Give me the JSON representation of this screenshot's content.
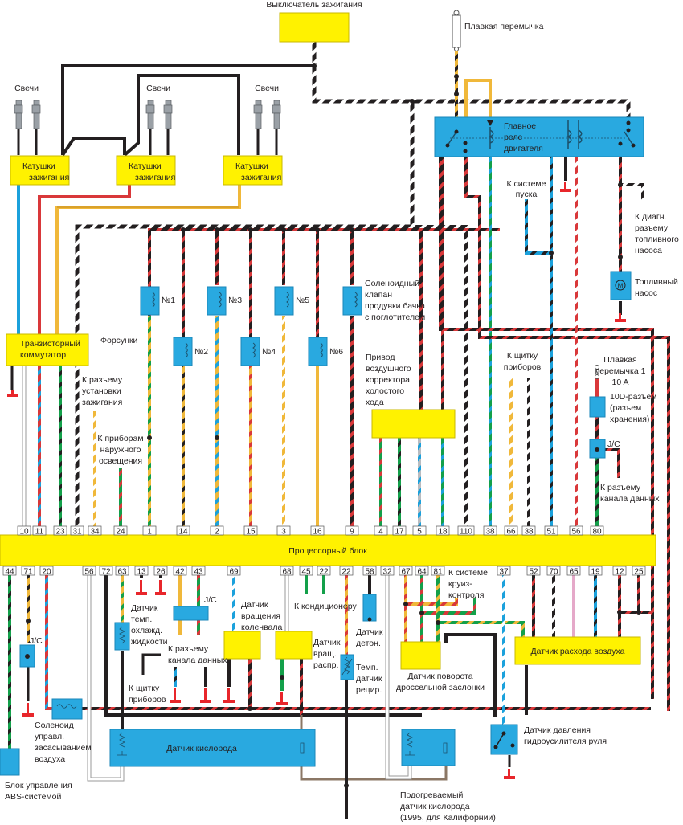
{
  "colors": {
    "yellow_box": "#fff200",
    "blue_box": "#29a9e0",
    "black": "#231f20",
    "red": "#d9383a",
    "blue": "#1ba1dc",
    "green": "#13a04a",
    "orange_yellow": "#f0b83a",
    "white": "#ffffff",
    "brown": "#8b7765",
    "pink": "#e5a9c9",
    "gray": "#b9bcc0"
  },
  "ignition_switch": {
    "label": "Выключатель зажигания"
  },
  "fusible_link": {
    "label": "Плавкая перемычка"
  },
  "spark_plugs": [
    {
      "label": "Свечи"
    },
    {
      "label": "Свечи"
    },
    {
      "label": "Свечи"
    }
  ],
  "ignition_coils": [
    {
      "label_1": "Катушки",
      "label_2": "зажигания"
    },
    {
      "label_1": "Катушки",
      "label_2": "зажигания"
    },
    {
      "label_1": "Катушки",
      "label_2": "зажигания"
    }
  ],
  "main_relay": {
    "label_1": "Главное",
    "label_2": "реле",
    "label_3": "двигателя"
  },
  "starter_note": {
    "line1": "К системе",
    "line2": "пуска"
  },
  "diag_fuel_note": {
    "line1": "К диагн.",
    "line2": "разъему",
    "line3": "топливного",
    "line4": "насоса"
  },
  "fuel_pump": {
    "line1": "Топливный",
    "line2": "насос",
    "icon_letter": "M"
  },
  "transistor_switch": {
    "line1": "Транзисторный",
    "line2": "коммутатор"
  },
  "injectors": {
    "title": "Форсунки",
    "items": [
      {
        "label": "№1"
      },
      {
        "label": "№2"
      },
      {
        "label": "№3"
      },
      {
        "label": "№4"
      },
      {
        "label": "№5"
      },
      {
        "label": "№6"
      }
    ]
  },
  "purge_solenoid": {
    "line1": "Соленоидный",
    "line2": "клапан",
    "line3": "продувки бачка",
    "line4": "с поглотителем"
  },
  "idle_actuator": {
    "line1": "Привод",
    "line2": "воздушного",
    "line3": "корректора",
    "line4": "холостого",
    "line5": "хода"
  },
  "timing_connector_note": {
    "line1": "К разъему",
    "line2": "установки",
    "line3": "зажигания"
  },
  "exterior_lights_note": {
    "line1": "К приборам",
    "line2": "наружного",
    "line3": "освещения"
  },
  "instrument_panel_note_top": {
    "line1": "К щитку",
    "line2": "приборов"
  },
  "fusible_link_1": {
    "line1": "Плавкая",
    "line2": "перемычка 1",
    "line3": "10 A"
  },
  "connector_10d": {
    "line1": "10D-разъем",
    "line2": "(разъем",
    "line3": "хранения)"
  },
  "jc_label": "J/C",
  "data_link_note_right": {
    "line1": "К разъему",
    "line2": "канала данных"
  },
  "ecu": {
    "label": "Процессорный блок",
    "top_pins": [
      "10",
      "11",
      "23",
      "31",
      "34",
      "24",
      "1",
      "14",
      "2",
      "15",
      "3",
      "16",
      "9",
      "4",
      "17",
      "5",
      "18",
      "110",
      "38",
      "66",
      "38",
      "51",
      "56",
      "80"
    ],
    "bottom_pins": [
      "44",
      "71",
      "20",
      "56",
      "72",
      "63",
      "13",
      "26",
      "42",
      "43",
      "69",
      "68",
      "45",
      "22",
      "22",
      "58",
      "32",
      "67",
      "64",
      "81",
      "37",
      "52",
      "70",
      "65",
      "19",
      "12",
      "25"
    ]
  },
  "coolant_sensor": {
    "line1": "Датчик",
    "line2": "темп.",
    "line3": "охлажд.",
    "line4": "жидкости"
  },
  "data_link_note_left": {
    "line1": "К разъему",
    "line2": "канала данных"
  },
  "instrument_panel_note_bottom": {
    "line1": "К щитку",
    "line2": "приборов"
  },
  "crank_sensor": {
    "line1": "Датчик",
    "line2": "вращения",
    "line3": "коленвала"
  },
  "ac_note": "К кондиционеру",
  "distributor_sensor": {
    "line1": "Датчик",
    "line2": "вращ.",
    "line3": "распр."
  },
  "knock_sensor": {
    "line1": "Датчик",
    "line2": "детон."
  },
  "egr_temp_sensor": {
    "line1": "Темп.",
    "line2": "датчик",
    "line3": "рецир."
  },
  "cruise_note": {
    "line1": "К системе",
    "line2": "круиз-",
    "line3": "контроля"
  },
  "throttle_sensor": {
    "line1": "Датчик поворота",
    "line2": "дроссельной заслонки"
  },
  "maf_sensor": {
    "label": "Датчик расхода воздуха"
  },
  "air_solenoid": {
    "line1": "Соленоид",
    "line2": "управл.",
    "line3": "засасыванием",
    "line4": "воздуха"
  },
  "abs_unit": {
    "line1": "Блок управления",
    "line2": "ABS-системой"
  },
  "o2_sensor": {
    "label": "Датчик кислорода"
  },
  "heated_o2_sensor": {
    "line1": "Подогреваемый",
    "line2": "датчик кислорода",
    "line3": "(1995, для Калифорнии)"
  },
  "ps_pressure_sensor": {
    "line1": "Датчик давления",
    "line2": "гидроусилителя руля"
  }
}
